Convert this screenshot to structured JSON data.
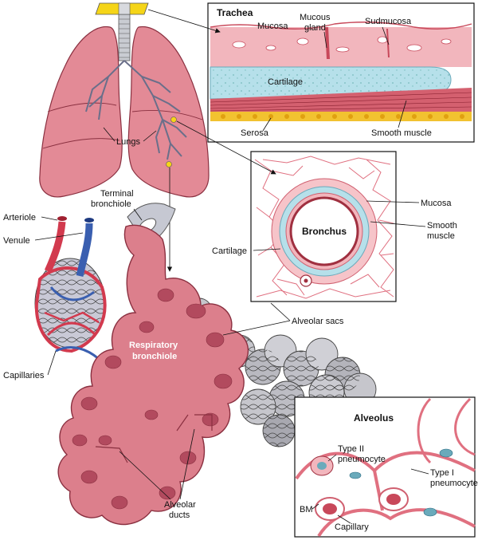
{
  "labels": {
    "trachea_title": "Trachea",
    "mucosa": "Mucosa",
    "mucous_gland_1": "Mucous",
    "mucous_gland_2": "gland",
    "submucosa": "Sudmucosa",
    "cartilage_trachea": "Cartilage",
    "serosa": "Serosa",
    "smooth_muscle_trachea": "Smooth muscle",
    "lungs": "Lungs",
    "terminal_bronchiole_1": "Terminal",
    "terminal_bronchiole_2": "bronchiole",
    "bronchus_title": "Bronchus",
    "bronchus_mucosa": "Mucosa",
    "bronchus_smooth_1": "Smooth",
    "bronchus_smooth_2": "muscle",
    "bronchus_cartilage": "Cartilage",
    "arteriole": "Arteriole",
    "venule": "Venule",
    "alveolar_sacs": "Alveolar sacs",
    "respiratory_bronchiole_1": "Respiratory",
    "respiratory_bronchiole_2": "bronchiole",
    "capillaries": "Capillaries",
    "alveolus_title": "Alveolus",
    "type2_1": "Type II",
    "type2_2": "pneumocyte",
    "type1_1": "Type I",
    "type1_2": "pneumocyte",
    "bm": "BM",
    "capillary": "Capillary",
    "alveolar_ducts_1": "Alveolar",
    "alveolar_ducts_2": "ducts"
  },
  "colors": {
    "lung_pink": "#e38a96",
    "lung_outline": "#8a3040",
    "tissue_pink": "#f2b6bd",
    "cartilage_blue": "#b6e0ea",
    "serosa_yellow": "#f2c230",
    "muscle_red": "#c8485a",
    "vein_blue": "#3a5fb0",
    "artery_red": "#d23a4e",
    "grey_sac": "#9a9aa0",
    "trachea_grey": "#b8bcc4"
  }
}
